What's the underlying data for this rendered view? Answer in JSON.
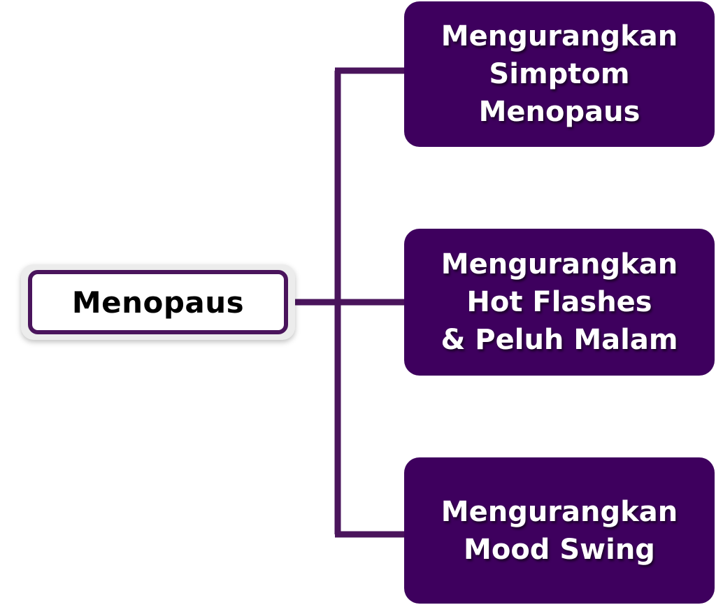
{
  "root": {
    "label": "Menopaus"
  },
  "children": [
    {
      "lines": [
        "Mengurangkan",
        "Simptom",
        "Menopaus"
      ]
    },
    {
      "lines": [
        "Mengurangkan",
        "Hot Flashes",
        "& Peluh Malam"
      ]
    },
    {
      "lines": [
        "Mengurangkan",
        "Mood Swing"
      ]
    }
  ],
  "colors": {
    "node_fill": "#3e005e",
    "connector": "#4a145c",
    "root_border": "#4a145c"
  }
}
